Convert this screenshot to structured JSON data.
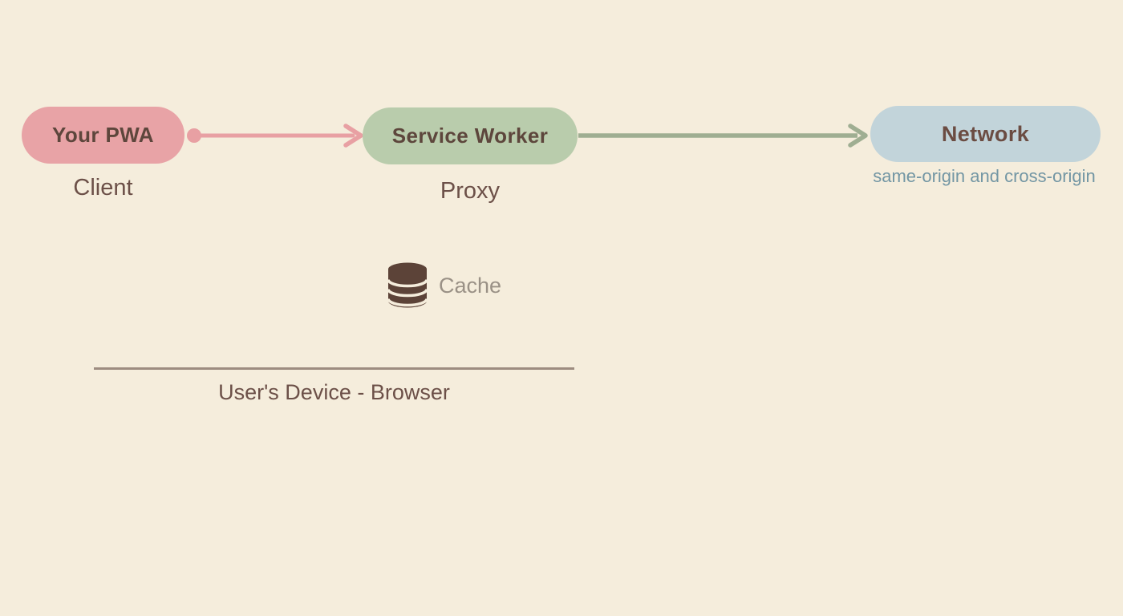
{
  "colors": {
    "bg": "#F5EDDC",
    "pill-pink": "#E8A3A6",
    "pill-green": "#B9CCAC",
    "pill-blue": "#C2D4DA",
    "title-brown": "#5D463C",
    "title-net-brown": "#6B4C42",
    "label-brown": "#6C5048",
    "subtitle-blue": "#7396A4",
    "arrow-pink": "#E8A0A3",
    "arrow-green": "#9FAE92",
    "icon-brown": "#5C4338",
    "cache-gray": "#9A9186",
    "line-brown": "#9D8C80"
  },
  "nodes": {
    "pwa": {
      "label": "Your PWA",
      "sublabel": "Client"
    },
    "service_worker": {
      "label": "Service Worker",
      "sublabel": "Proxy"
    },
    "network": {
      "label": "Network",
      "sublabel": "same-origin and cross-origin"
    }
  },
  "cache": {
    "label": "Cache",
    "icon": "database-icon"
  },
  "device": {
    "label": "User's Device - Browser"
  }
}
